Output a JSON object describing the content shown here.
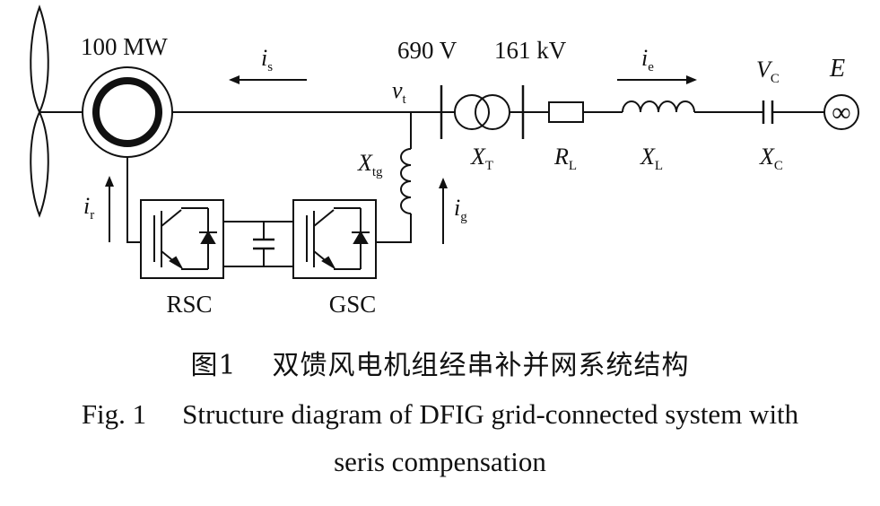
{
  "power_rating": "100 MW",
  "voltage_low": "690 V",
  "voltage_high": "161 kV",
  "labels": {
    "i_s": {
      "sym": "i",
      "sub": "s"
    },
    "i_e": {
      "sym": "i",
      "sub": "e"
    },
    "i_r": {
      "sym": "i",
      "sub": "r"
    },
    "i_g": {
      "sym": "i",
      "sub": "g"
    },
    "v_t": {
      "sym": "v",
      "sub": "t"
    },
    "V_C": {
      "sym": "V",
      "sub": "C"
    },
    "E": {
      "sym": "E"
    },
    "X_T": {
      "sym": "X",
      "sub": "T"
    },
    "R_L": {
      "sym": "R",
      "sub": "L"
    },
    "X_L": {
      "sym": "X",
      "sub": "L"
    },
    "X_C": {
      "sym": "X",
      "sub": "C"
    },
    "X_tg": {
      "sym": "X",
      "sub": "tg"
    }
  },
  "converters": {
    "rsc": "RSC",
    "gsc": "GSC"
  },
  "grid_symbol": "∞",
  "caption": {
    "zh_num": "图1",
    "zh_text": "双馈风电机组经串补并网系统结构",
    "en_line1_num": "Fig. 1",
    "en_line1_text": "Structure diagram of DFIG grid-connected system with",
    "en_line2": "seris compensation"
  }
}
